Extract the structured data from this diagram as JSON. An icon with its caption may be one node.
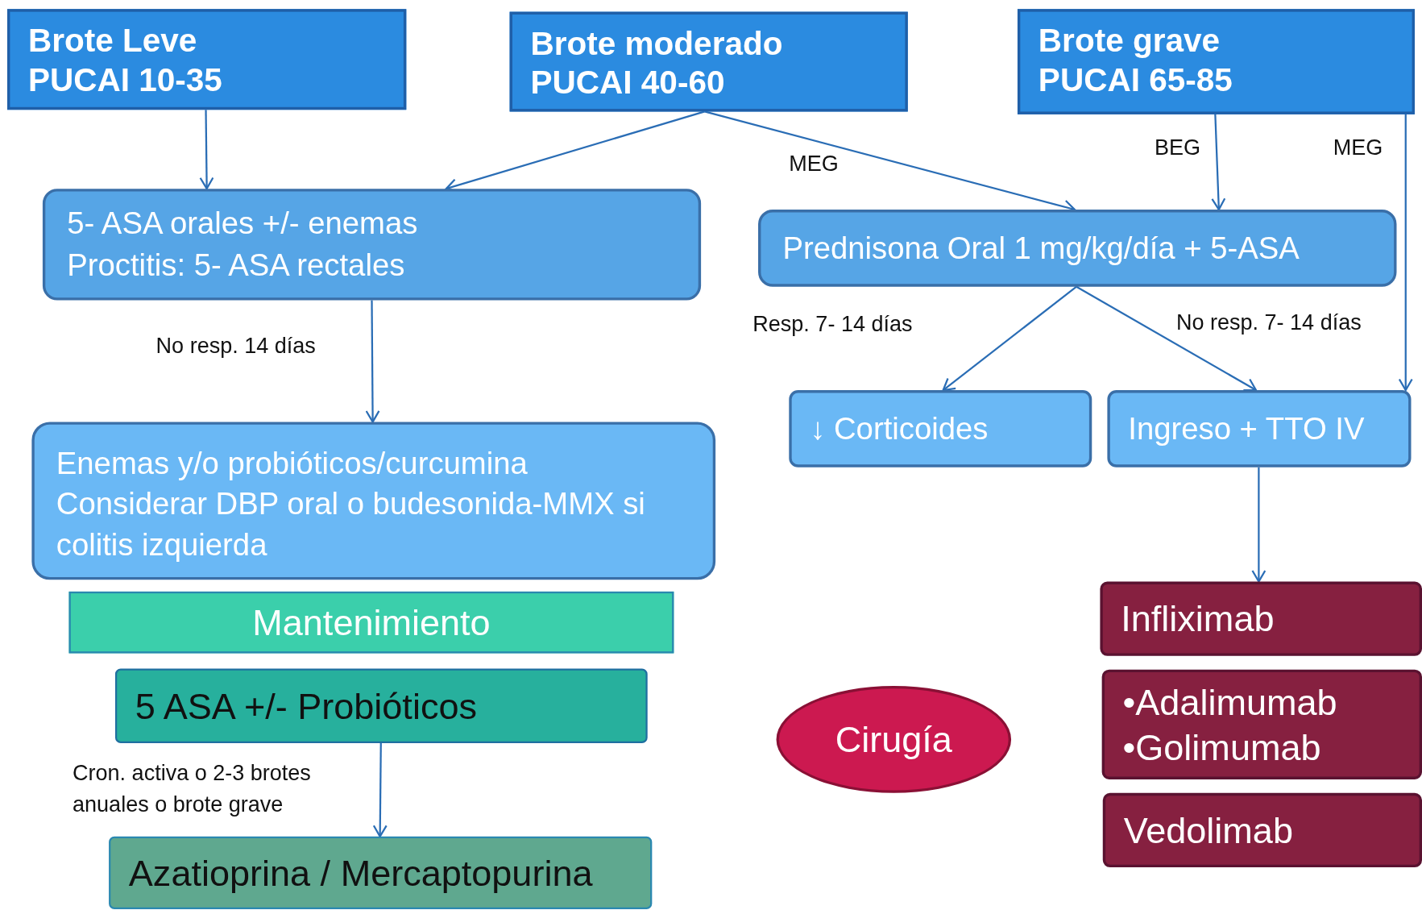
{
  "diagram": {
    "nodes": [
      {
        "text": [
          "Brote Leve PUCAI 10-35"
        ]
      },
      {
        "text": [
          "Brote moderado PUCAI 40-60"
        ]
      },
      {
        "text": [
          "Brote grave PUCAI 65-85"
        ]
      },
      {
        "text": [
          "5- ASA orales +/- enemas",
          "Proctitis: 5- ASA rectales"
        ]
      },
      {
        "text": [
          "Prednisona Oral 1 mg/kg/día + 5-ASA"
        ]
      },
      {
        "text": [
          "Enemas y/o probióticos/curcumina",
          "Considerar DBP oral o budesonida-MMX si colitis izquierda"
        ]
      },
      {
        "text": [
          "Mantenimiento"
        ]
      },
      {
        "text": [
          "5 ASA +/- Probióticos"
        ]
      },
      {
        "text": [
          "Azatioprina / Mercaptopurina"
        ]
      },
      {
        "text": [
          "↓ Corticoides"
        ]
      },
      {
        "text": [
          "Ingreso + TTO IV"
        ]
      },
      {
        "text": [
          "Infliximab"
        ]
      },
      {
        "text": [
          "•Adalimumab",
          "•Golimumab"
        ]
      },
      {
        "text": [
          "Vedolimab"
        ]
      },
      {
        "text": [
          "Cirugía"
        ]
      }
    ],
    "edges": [
      {
        "from": 0,
        "to": 3,
        "arrow": "to"
      },
      {
        "from": 1,
        "to": 3,
        "arrow": "to"
      },
      {
        "from": 1,
        "to": 4,
        "arrow": "to",
        "label": "MEG"
      },
      {
        "from": 2,
        "to": 4,
        "arrow": "to",
        "label": "BEG"
      },
      {
        "from": 2,
        "to": 10,
        "arrow": "to",
        "label": "MEG"
      },
      {
        "from": 3,
        "to": 5,
        "arrow": "to",
        "label": "No resp. 14 días"
      },
      {
        "from": 4,
        "to": 9,
        "arrow": "to",
        "label": "Resp. 7- 14 días"
      },
      {
        "from": 4,
        "to": 10,
        "arrow": "to",
        "label": "No resp. 7- 14 días"
      },
      {
        "from": 10,
        "to": 11,
        "arrow": "to"
      },
      {
        "from": 7,
        "to": 8,
        "arrow": "to",
        "label": "Cron. activa o 2-3 brotes anuales o brote grave"
      }
    ]
  }
}
